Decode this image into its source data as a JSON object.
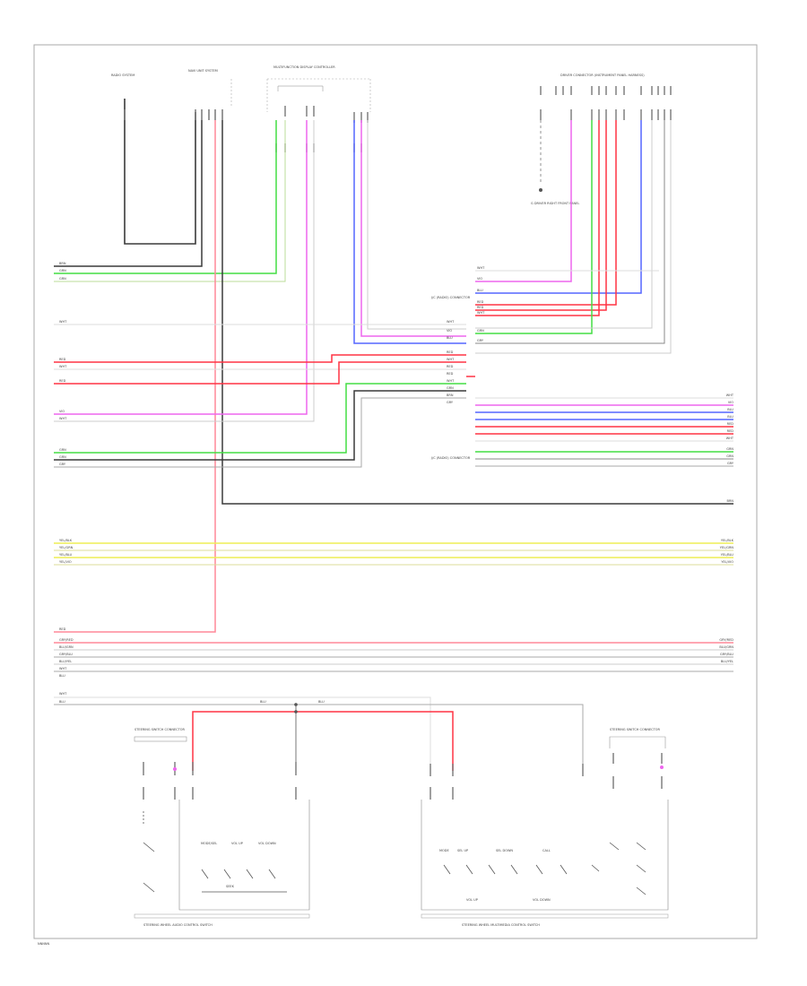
{
  "colors": {
    "black": "#3a3a3a",
    "gray": "#8a8a8a",
    "light": "#c8c8c8",
    "green": "#44dd44",
    "violet": "#ee66ee",
    "pink": "#ff8899",
    "red": "#ff3344",
    "blue": "#5566ff",
    "yellow": "#eeee55",
    "lightgreen": "#99ee88",
    "frame": "#aaaaaa"
  },
  "connectors": {
    "top_left_a": "RADIO SYSTEM",
    "top_left_b": "NAVI UNIT SYSTEM",
    "top_mid": "MULTIFUNCTION DISPLAY CONTROLLER",
    "top_right": "DRIVER CONNECTOR (INSTRUMENT PANEL HARNESS)",
    "top_right_ground": "G DRIVER RIGHT FRONT PANEL",
    "junction_upper": "J/C (RADIO) CONNECTOR",
    "junction_lower": "J/C (RADIO) CONNECTOR",
    "bottom_left_box": "STEERING SWITCH CONNECTOR",
    "bottom_right_box": "STEERING SWITCH CONNECTOR",
    "bottom_left_caption": "STEERING WHEEL AUDIO CONTROL SWITCH",
    "bottom_right_caption": "STEERING WHEEL MULTIMEDIA CONTROL SWITCH"
  },
  "left_labels": [
    "BRN",
    "GRN",
    "GRN",
    "WHT",
    "RED",
    "WHT",
    "RED",
    "VIO",
    "WHT",
    "GRN",
    "GRN",
    "GRY",
    "YEL/BLK",
    "YEL/GRN",
    "YEL/BLU",
    "YEL/VIO",
    "RED",
    "GRY/RED",
    "BLU/GRN",
    "GRY/BLU",
    "BLU/YEL",
    "WHT",
    "BLU"
  ],
  "right_labels": [
    "WHT",
    "VIO",
    "BLU",
    "BLU",
    "RED",
    "RED",
    "WHT",
    "GRN",
    "GRN",
    "GRY",
    "BRN",
    "YEL/BLK",
    "YEL/GRN",
    "YEL/BLU",
    "YEL/VIO",
    "GRY/RED",
    "BLU/GRN",
    "GRY/BLU",
    "BLU/YEL"
  ],
  "junction_upper_labels": [
    "WHT",
    "VIO",
    "BLU",
    "RED",
    "RED",
    "WHT",
    "GRN",
    "GRY"
  ],
  "junction_mid_labels": [
    "WHT",
    "VIO",
    "BLU",
    "RED",
    "WHT",
    "RED",
    "RED",
    "WHT",
    "GRN",
    "BRN",
    "GRY"
  ],
  "bottom_labels": {
    "left_a": "WHT",
    "left_b": "BLU",
    "mid_a": "BLU",
    "mid_b": "BLU"
  },
  "switch_labels": {
    "left": [
      "MODE/SEL",
      "VOL UP",
      "VOL DOWN",
      "SEEK"
    ],
    "right": [
      "MODE",
      "SEL UP",
      "SEL DOWN",
      "CALL",
      "VOL UP",
      "VOL DOWN"
    ]
  },
  "footer": "NNNNN"
}
